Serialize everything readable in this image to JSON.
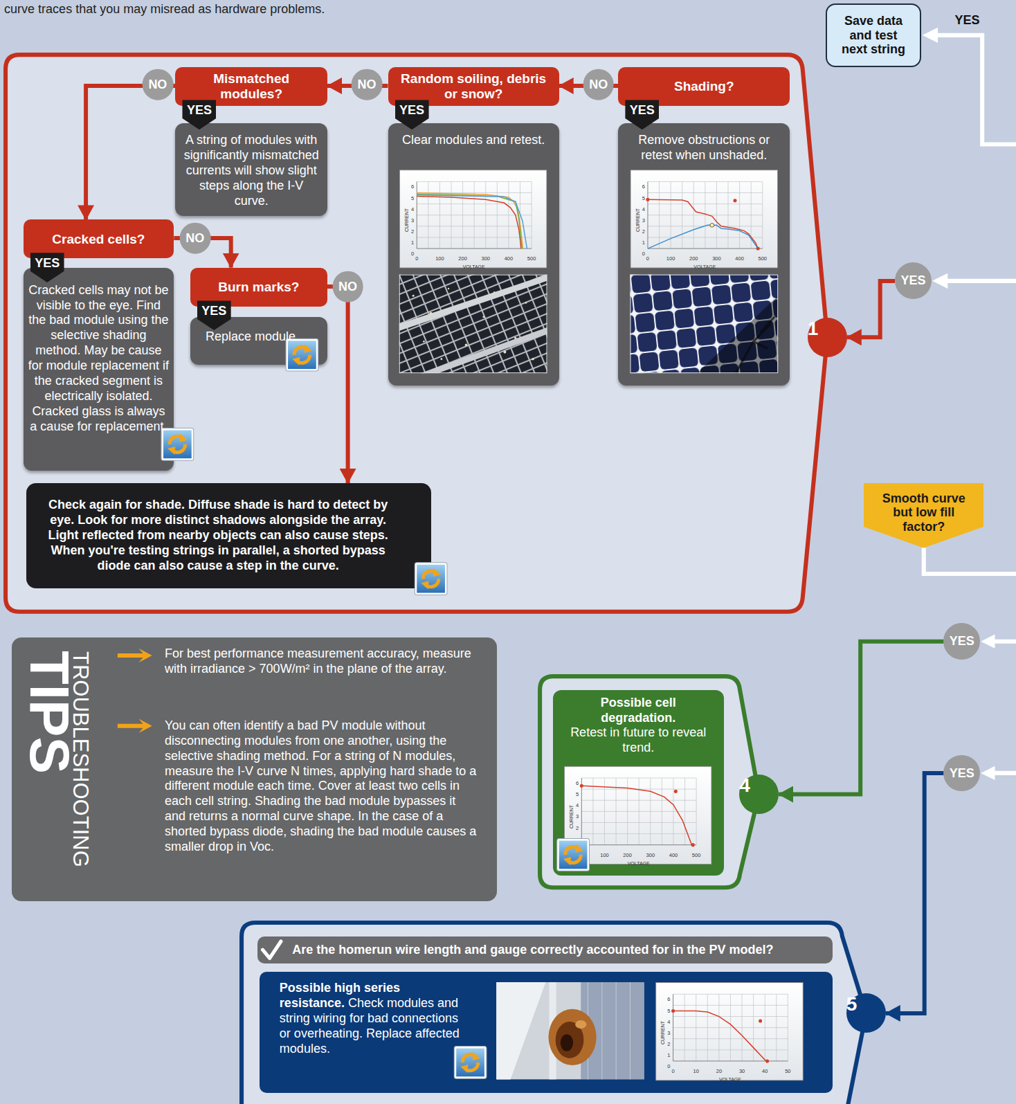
{
  "diagram": {
    "nodes": [
      {
        "text": [
          "Save data and test next string"
        ]
      },
      {
        "text": [
          "1"
        ]
      },
      {
        "text": [
          "Mismatched modules?"
        ],
        "in": 1
      },
      {
        "text": [
          "Random soiling, debris or snow?"
        ],
        "in": 1
      },
      {
        "text": [
          "Shading?"
        ],
        "in": 1
      },
      {
        "text": [
          "A string of modules with significantly mismatched currents will show slight steps along the I-V curve."
        ],
        "in": 1
      },
      {
        "text": [
          "Clear modules and retest."
        ],
        "in": 1
      },
      {
        "text": [
          "Remove obstructions or retest when unshaded."
        ],
        "in": 1
      },
      {
        "text": [
          "Cracked cells?"
        ],
        "in": 1
      },
      {
        "text": [
          "Cracked cells may not be visible to the eye. Find the bad module using the selective shading method. May be cause for module replacement if the cracked segment is electrically isolated. Cracked glass is always a cause for replacement."
        ],
        "in": 1
      },
      {
        "text": [
          "Burn marks?"
        ],
        "in": 1
      },
      {
        "text": [
          "Replace module"
        ],
        "in": 1
      },
      {
        "text": [
          "Check again for shade. Diffuse shade is hard to detect by eye. Look for more distinct shadows alongside the array. Light reflected from nearby objects can also cause steps. When you're testing strings in parallel, a shorted bypass diode can also cause a step in the curve."
        ],
        "in": 1
      },
      {
        "text": [
          "YES"
        ]
      },
      {
        "text": [
          "Smooth curve but low fill factor?"
        ]
      },
      {
        "text": [
          "TIPS",
          "TROUBLESHOOTING",
          "For best performance measurement accuracy, measure with irradiance > 700W/m² in the plane of the array.",
          "You can often identify a bad PV module without disconnecting modules from one another, using the selective shading method. For a string of N modules, measure the I-V curve N times, applying hard shade to a different module each time. Cover at least two cells in each cell string. Shading the bad module bypasses it and returns a normal curve shape. In the case of a shorted bypass diode, shading the bad module causes a smaller drop in Voc."
        ]
      },
      {
        "text": [
          "YES"
        ]
      },
      {
        "text": [
          "4"
        ]
      },
      {
        "text": [
          "Possible cell degradation.",
          "Retest in future to reveal trend."
        ],
        "in": 17
      },
      {
        "text": [
          "YES"
        ]
      },
      {
        "text": [
          "5"
        ]
      },
      {
        "text": [
          "Are the homerun wire length and gauge correctly accounted for in the PV model?"
        ],
        "in": 20
      },
      {
        "text": [
          "Possible high series resistance.",
          "Check modules and string wiring for bad connections or overheating. Replace affected modules."
        ],
        "in": 20
      }
    ],
    "edges": [
      {
        "from": 4,
        "to": 3,
        "label": "NO",
        "arrow": "to"
      },
      {
        "from": 3,
        "to": 2,
        "label": "NO",
        "arrow": "to"
      },
      {
        "from": 2,
        "to": 8,
        "label": "NO",
        "arrow": "to"
      },
      {
        "from": 8,
        "to": 10,
        "label": "NO",
        "arrow": "to"
      },
      {
        "from": 10,
        "to": 12,
        "label": "NO",
        "arrow": "to"
      },
      {
        "from": 4,
        "to": 7,
        "label": "YES",
        "arrow": "to"
      },
      {
        "from": 3,
        "to": 6,
        "label": "YES",
        "arrow": "to"
      },
      {
        "from": 2,
        "to": 5,
        "label": "YES",
        "arrow": "to"
      },
      {
        "from": 8,
        "to": 9,
        "label": "YES",
        "arrow": "to"
      },
      {
        "from": 10,
        "to": 11,
        "label": "YES",
        "arrow": "to"
      },
      {
        "from": 13,
        "to": 1,
        "arrow": "to"
      },
      {
        "from": 16,
        "to": 17,
        "arrow": "to"
      },
      {
        "from": 19,
        "to": 20,
        "arrow": "to"
      }
    ],
    "labels": [
      "curve traces that you may misread as hardware problems.",
      "YES",
      "CURRENT",
      "VOLTAGE",
      "6",
      "5",
      "4",
      "3",
      "2",
      "1",
      "0",
      "0",
      "100",
      "200",
      "300",
      "400",
      "500",
      "CURRENT",
      "VOLTAGE",
      "6",
      "5",
      "4",
      "3",
      "2",
      "1",
      "0",
      "0",
      "100",
      "200",
      "300",
      "400",
      "500",
      "CURRENT",
      "VOLTAGE",
      "6",
      "5",
      "4",
      "3",
      "2",
      "100",
      "200",
      "300",
      "400",
      "500",
      "CURRENT",
      "VOLTAGE",
      "6",
      "5",
      "4",
      "3",
      "2",
      "1",
      "0",
      "0",
      "10",
      "20",
      "30",
      "40",
      "50"
    ]
  }
}
